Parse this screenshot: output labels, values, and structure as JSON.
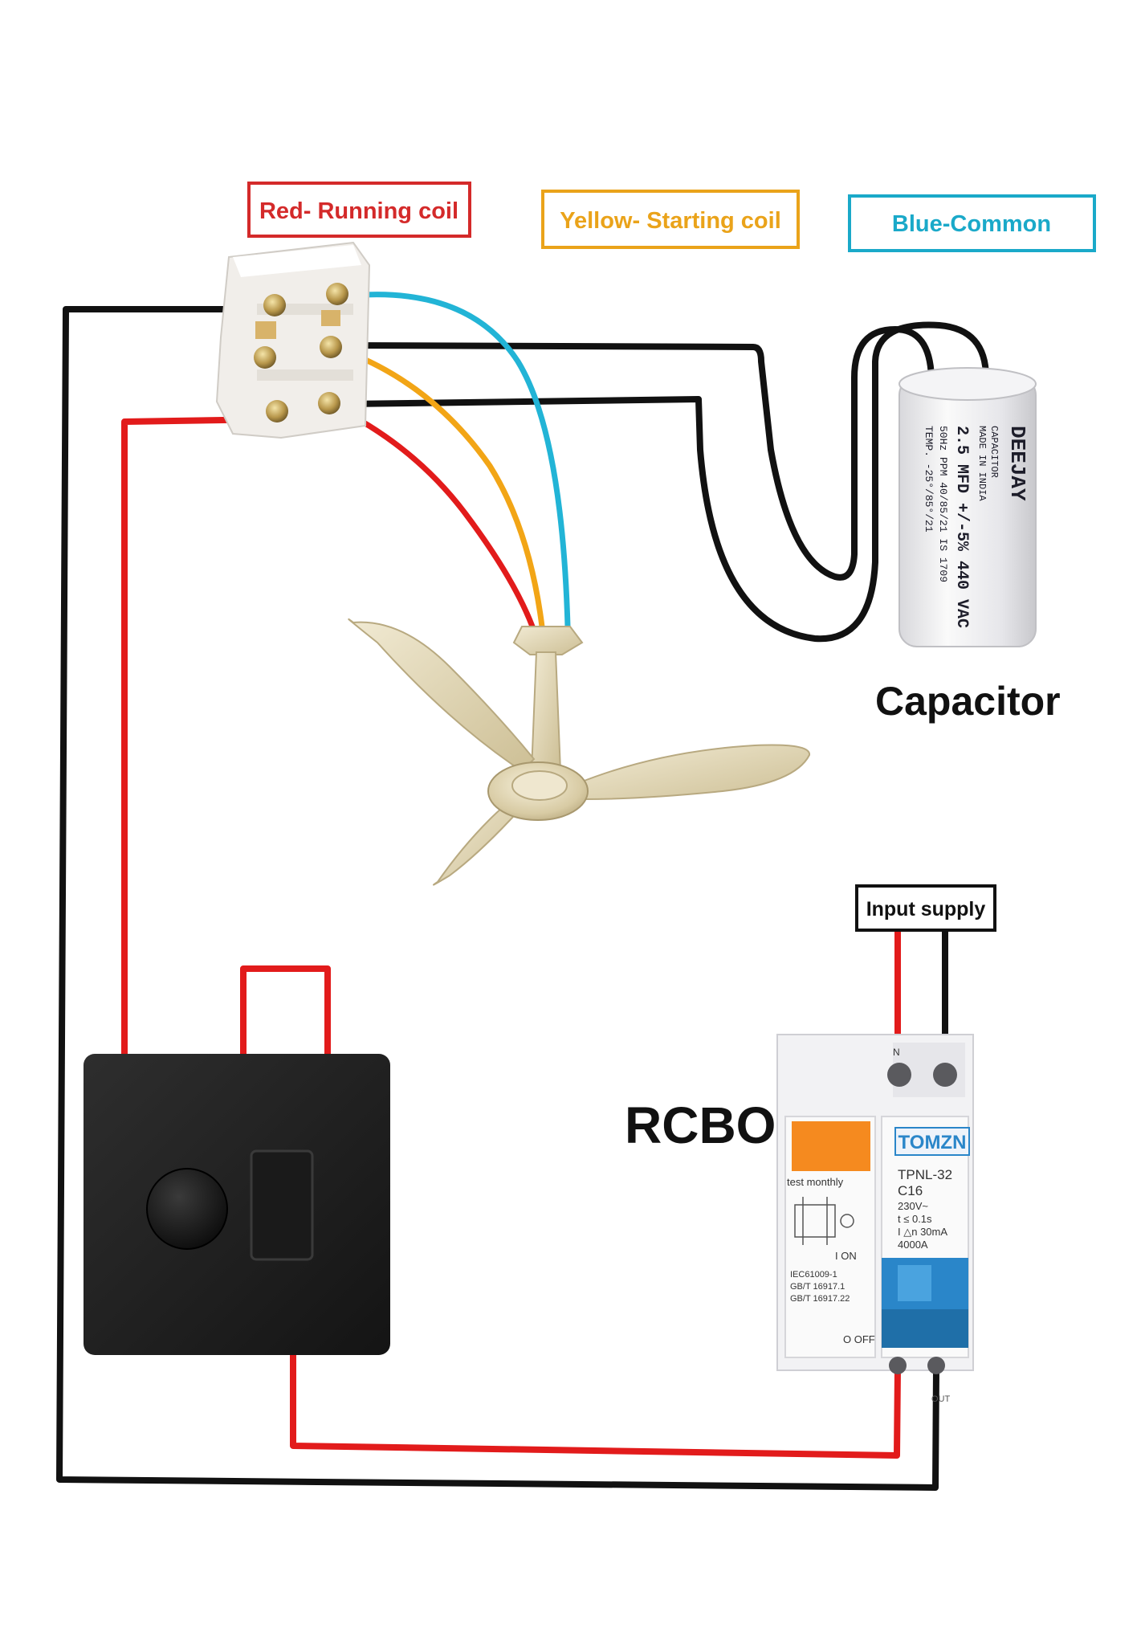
{
  "labels": {
    "red_running": "Red- Running coil",
    "yellow_starting": "Yellow- Starting coil",
    "blue_common": "Blue-Common",
    "capacitor": "Capacitor",
    "input_supply": "Input supply",
    "rcbo": "RCBO"
  },
  "capacitor_print": {
    "brand": "DEEJAY",
    "line2": "CAPACITOR",
    "line3": "MADE IN INDIA",
    "rating": "2.5 MFD +/-5% 440 VAC",
    "line5": "50Hz PPM 40/85/21 IS 1709",
    "line6": "TEMP. -25°/85°/21"
  },
  "rcbo_print": {
    "brand": "TOMZN",
    "model": "TPNL-32",
    "rating": "C16",
    "voltage": "230V~",
    "sensitivity": "I △n 30mA",
    "trip_time": "t ≤ 0.1s",
    "capacity": "4000A",
    "test_label": "test monthly",
    "on_label": "I ON",
    "off_label": "O OFF",
    "std1": "IEC61009-1",
    "std2": "GB/T 16917.1",
    "std3": "GB/T 16917.22",
    "out_label": "OUT",
    "in_n": "N"
  },
  "colors": {
    "red_wire": "#e21b1b",
    "yellow_wire": "#f2a516",
    "blue_wire": "#22b4d6",
    "black_wire": "#111111",
    "red_label": "#d42a2a",
    "yellow_label": "#eaa31a",
    "blue_label": "#1aa9c9",
    "rcbo_orange": "#f58a1f",
    "rcbo_blue": "#2a86c9",
    "fan_color": "#e5dbbd"
  }
}
